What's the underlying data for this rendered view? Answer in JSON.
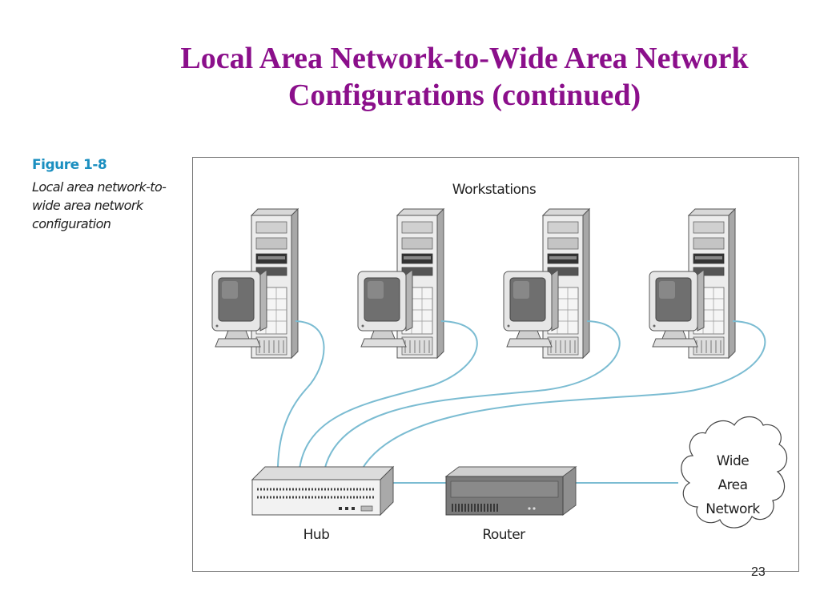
{
  "slide": {
    "title_line1": "Local Area Network-to-Wide Area Network",
    "title_line2": "Configurations (continued)",
    "page_number": "23"
  },
  "figure": {
    "label": "Figure 1-8",
    "caption_lines": [
      "Local area network-to-",
      "wide area network",
      "configuration"
    ],
    "workstations_label": "Workstations",
    "hub_label": "Hub",
    "router_label": "Router",
    "wan_label_lines": [
      "Wide",
      "Area",
      "Network"
    ]
  },
  "colors": {
    "title": "#8b0f8b",
    "figure_label": "#1b8fc0",
    "cable": "#7bbcd2"
  }
}
